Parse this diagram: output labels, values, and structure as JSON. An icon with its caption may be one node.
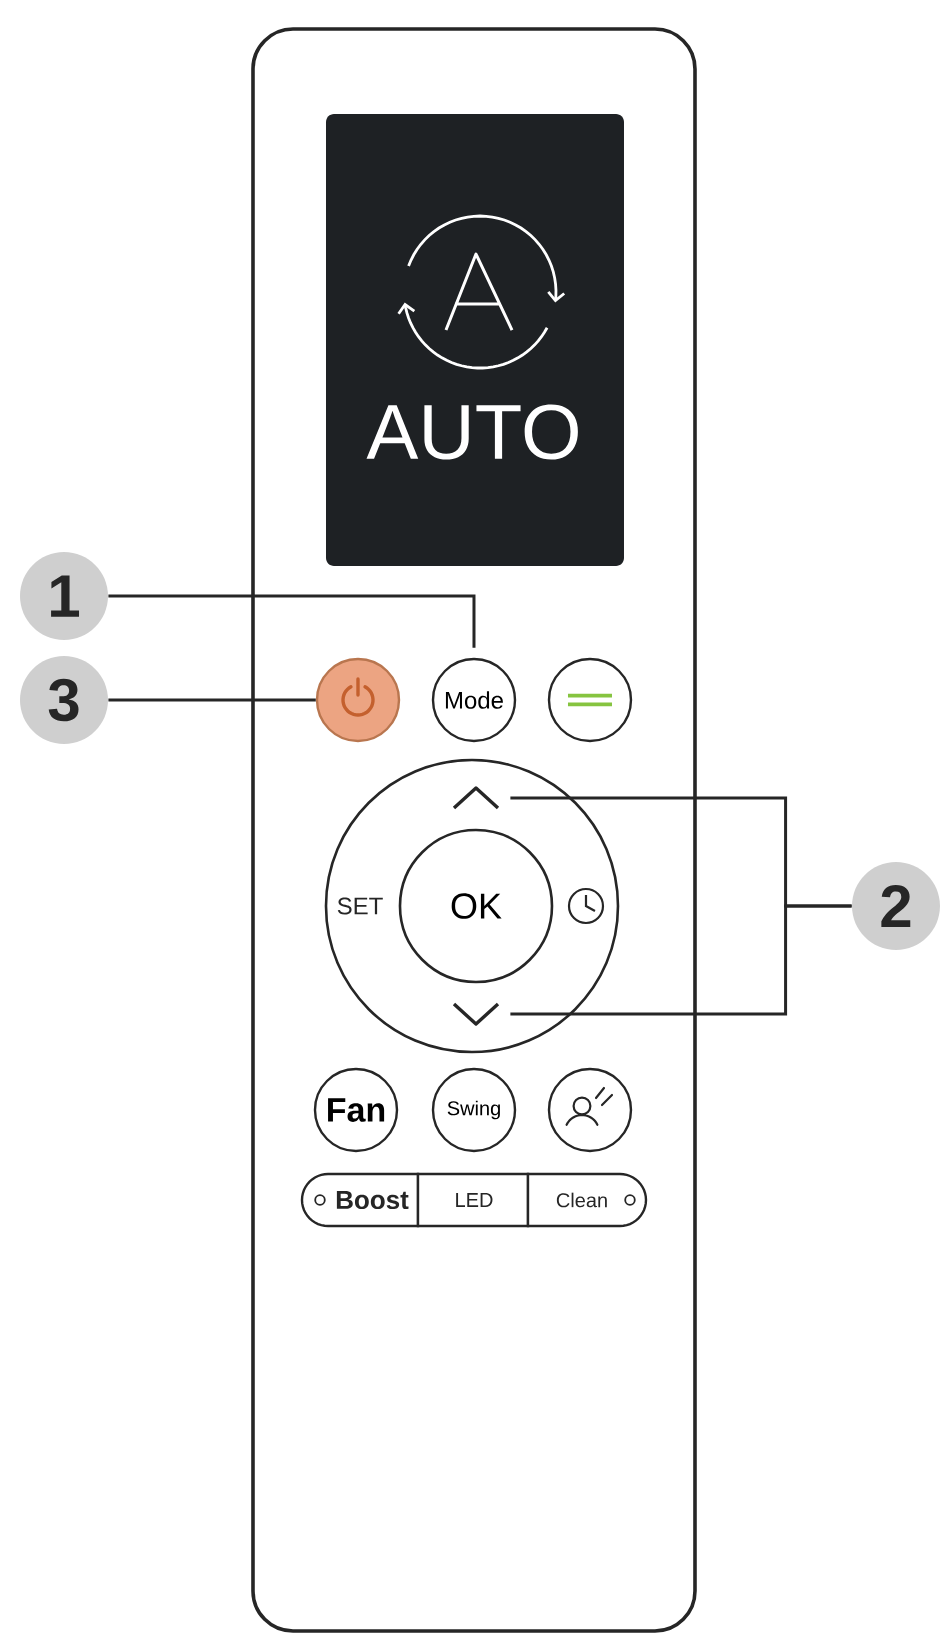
{
  "diagram": {
    "nodes": [
      {
        "text": [],
        "shape": "box"
      },
      {
        "text": [
          "AUTO"
        ],
        "in": 0
      },
      {
        "text": [
          "1"
        ]
      },
      {
        "text": [
          "3"
        ]
      },
      {
        "text": [],
        "shape": "circle",
        "in": 0
      },
      {
        "text": [
          "Mode"
        ],
        "in": 0
      },
      {
        "text": [],
        "shape": "circle",
        "in": 0
      },
      {
        "text": [
          "SET"
        ],
        "in": 0
      },
      {
        "text": [],
        "shape": "caret",
        "in": 7
      },
      {
        "text": [
          "OK"
        ],
        "in": 7
      },
      {
        "text": [],
        "shape": "caret",
        "in": 7
      },
      {
        "text": [
          "2"
        ]
      },
      {
        "text": [
          "Fan"
        ],
        "in": 0
      },
      {
        "text": [
          "Swing"
        ],
        "in": 0
      },
      {
        "text": [],
        "shape": "circle",
        "in": 0
      },
      {
        "text": [
          "Boost",
          "LED",
          "Clean"
        ],
        "in": 0
      }
    ],
    "edges": [
      {
        "from": 2,
        "to": 5,
        "arrow": "none"
      },
      {
        "from": 3,
        "to": 4,
        "arrow": "none"
      },
      {
        "from": 11,
        "to": 8,
        "arrow": "none"
      },
      {
        "from": 11,
        "to": 10,
        "arrow": "none"
      }
    ]
  }
}
